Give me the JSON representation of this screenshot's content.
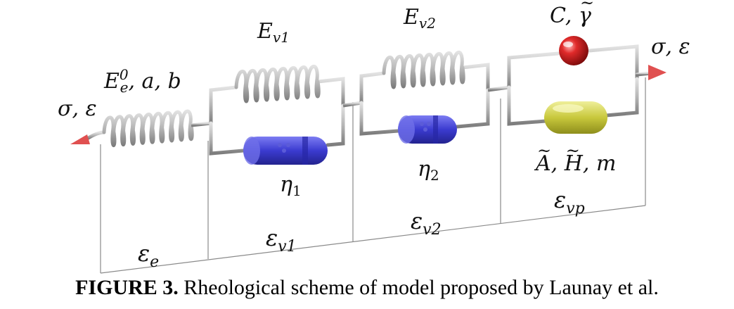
{
  "labels": {
    "sigma_eps_left": "σ, ε",
    "sigma_eps_right": "σ, ε",
    "elastic_E": "E",
    "elastic_sub": "e",
    "elastic_sup": "0",
    "elastic_params": ", a, b",
    "spring1_E": "E",
    "spring1_sub": "v1",
    "spring2_E": "E",
    "spring2_sub": "v2",
    "damper1": "η",
    "damper1_sub": "1",
    "damper2": "η",
    "damper2_sub": "2",
    "vp_top_C": "C, ",
    "vp_top_gamma": "γ",
    "vp_bottom_A": "A",
    "vp_bottom_sep": ", ",
    "vp_bottom_H": "H",
    "vp_bottom_m": ", m"
  },
  "strains": {
    "e_sym": "ε",
    "e_sub": "e",
    "v1_sym": "ε",
    "v1_sub": "v1",
    "v2_sym": "ε",
    "v2_sub": "v2",
    "vp_sym": "ε",
    "vp_sub": "vp"
  },
  "caption": {
    "prefix": "FIGURE 3.",
    "text": " Rheological scheme of model proposed by Launay et al."
  },
  "colors": {
    "wire": "#b9b9b9",
    "wire_dark": "#8c8c8c",
    "damper": "#3e3ed6",
    "ball": "#d81c1c",
    "slider": "#c9c93a",
    "arrow": "#e05555",
    "guide": "#888888"
  }
}
